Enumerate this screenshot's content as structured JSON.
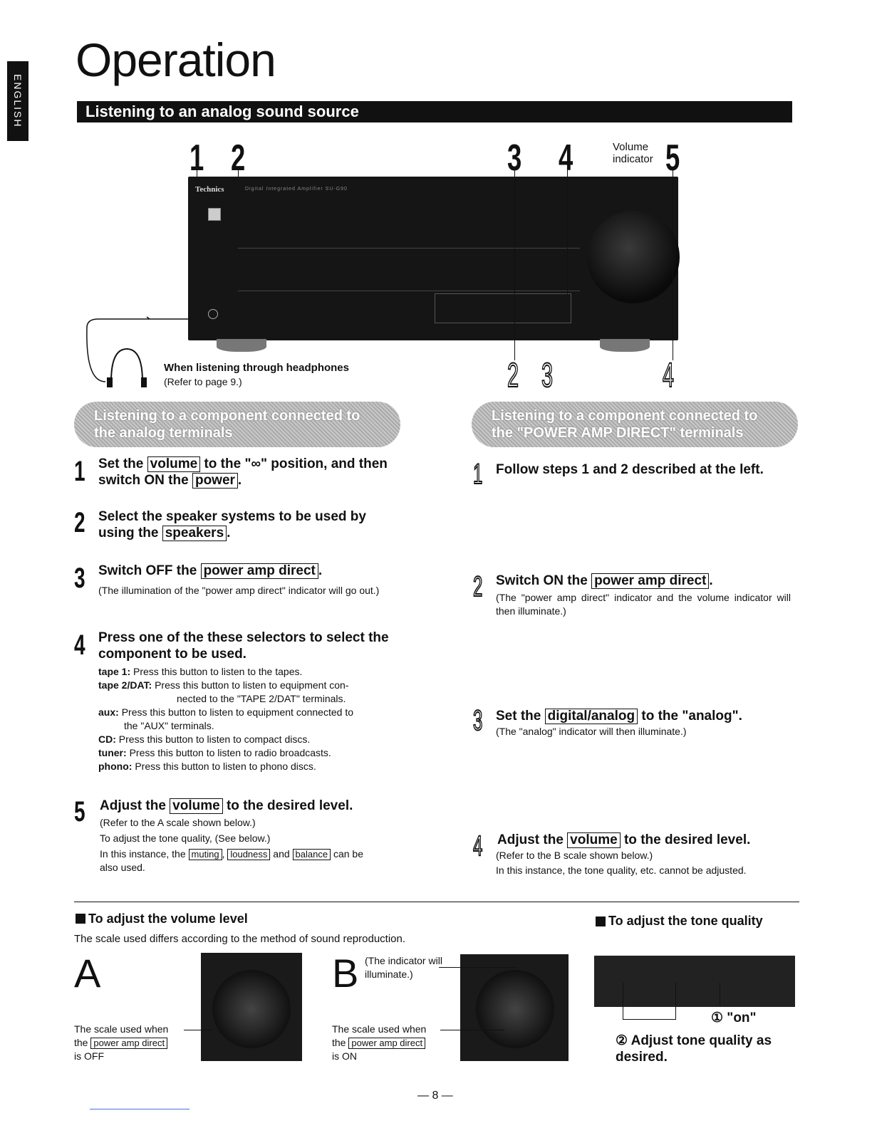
{
  "side_tab": "ENGLISH",
  "title": "Operation",
  "section_title": "Listening to an analog sound source",
  "top_numbers": [
    "1",
    "2",
    "3",
    "4",
    "5"
  ],
  "volume_indicator_label": "Volume indicator",
  "bottom_numbers": [
    "2",
    "3",
    "4"
  ],
  "amp_brand": "Technics",
  "amp_model": "Digital Integrated Amplifier SU-G90",
  "headphones": {
    "title": "When listening through headphones",
    "note": "(Refer to page 9.)"
  },
  "left_header": "Listening to a component connected to the analog terminals",
  "right_header": "Listening to a component connected to the \"POWER AMP DIRECT\" terminals",
  "left_steps": [
    {
      "num": "1",
      "pre": "Set the",
      "box": "volume",
      "mid": "to the \"∞\" position, and then switch ON the",
      "box2": "power",
      "post": "."
    },
    {
      "num": "2",
      "pre": "Select the speaker systems to be used by using the",
      "box": "speakers",
      "post": "."
    },
    {
      "num": "3",
      "pre": "Switch OFF the",
      "box": "power amp direct",
      "post": ".",
      "note": "(The illumination of the \"power amp direct\" indicator will go out.)"
    },
    {
      "num": "4",
      "text": "Press one of the these selectors to select the component to be used."
    },
    {
      "num": "5",
      "pre": "Adjust the",
      "box": "volume",
      "post": "to the desired level."
    }
  ],
  "selectors": [
    {
      "k": "tape 1:",
      "v": "Press this button to listen to the tapes."
    },
    {
      "k": "tape 2/DAT:",
      "v": "Press this button to listen to equipment con-",
      "v2": "nected to the \"TAPE 2/DAT\" terminals."
    },
    {
      "k": "aux:",
      "v": "Press this button to listen to equipment connected to",
      "v2": "the \"AUX\" terminals."
    },
    {
      "k": "CD:",
      "v": "Press this button to listen to compact discs."
    },
    {
      "k": "tuner:",
      "v": "Press this button to listen to radio broadcasts."
    },
    {
      "k": "phono:",
      "v": "Press this button to listen to phono discs."
    }
  ],
  "step5_notes": {
    "a": "(Refer to the A scale shown below.)",
    "b": "To adjust the tone quality, (See below.)",
    "c1": "In this instance, the",
    "muting": "muting",
    "sep": ",",
    "loudness": "loudness",
    "and": "and",
    "balance": "balance",
    "c2": "can be",
    "c3": "also used."
  },
  "right_steps": [
    {
      "num": "1",
      "text": "Follow steps 1 and 2 described at the left."
    },
    {
      "num": "2",
      "pre": "Switch ON the",
      "box": "power amp direct",
      "post": ".",
      "note": "(The \"power amp direct\" indicator and the volume indicator will then illuminate.)"
    },
    {
      "num": "3",
      "pre": "Set the",
      "box": "digital/analog",
      "post": "to the \"analog\".",
      "note": "(The \"analog\" indicator will then illuminate.)"
    },
    {
      "num": "4",
      "pre": "Adjust the",
      "box": "volume",
      "post": "to the desired level.",
      "note": "(Refer to the B scale shown below.)",
      "note2": "In this instance, the tone quality, etc. cannot be adjusted."
    }
  ],
  "volume_section": {
    "title": "To adjust the volume level",
    "subtitle": "The scale used differs according to the method of sound reproduction."
  },
  "scale_a": {
    "letter": "A",
    "line1": "The scale used when",
    "the": "the",
    "box": "power amp direct",
    "line3": "is OFF"
  },
  "scale_b": {
    "letter": "B",
    "indicator": "(The indicator will illuminate.)",
    "line1": "The scale used when",
    "the": "the",
    "box": "power amp direct",
    "line3": "is ON"
  },
  "tone_section": {
    "title": "To adjust the tone quality",
    "on": "① \"on\"",
    "adjust": "② Adjust tone quality as desired."
  },
  "page_number": "— 8 —"
}
